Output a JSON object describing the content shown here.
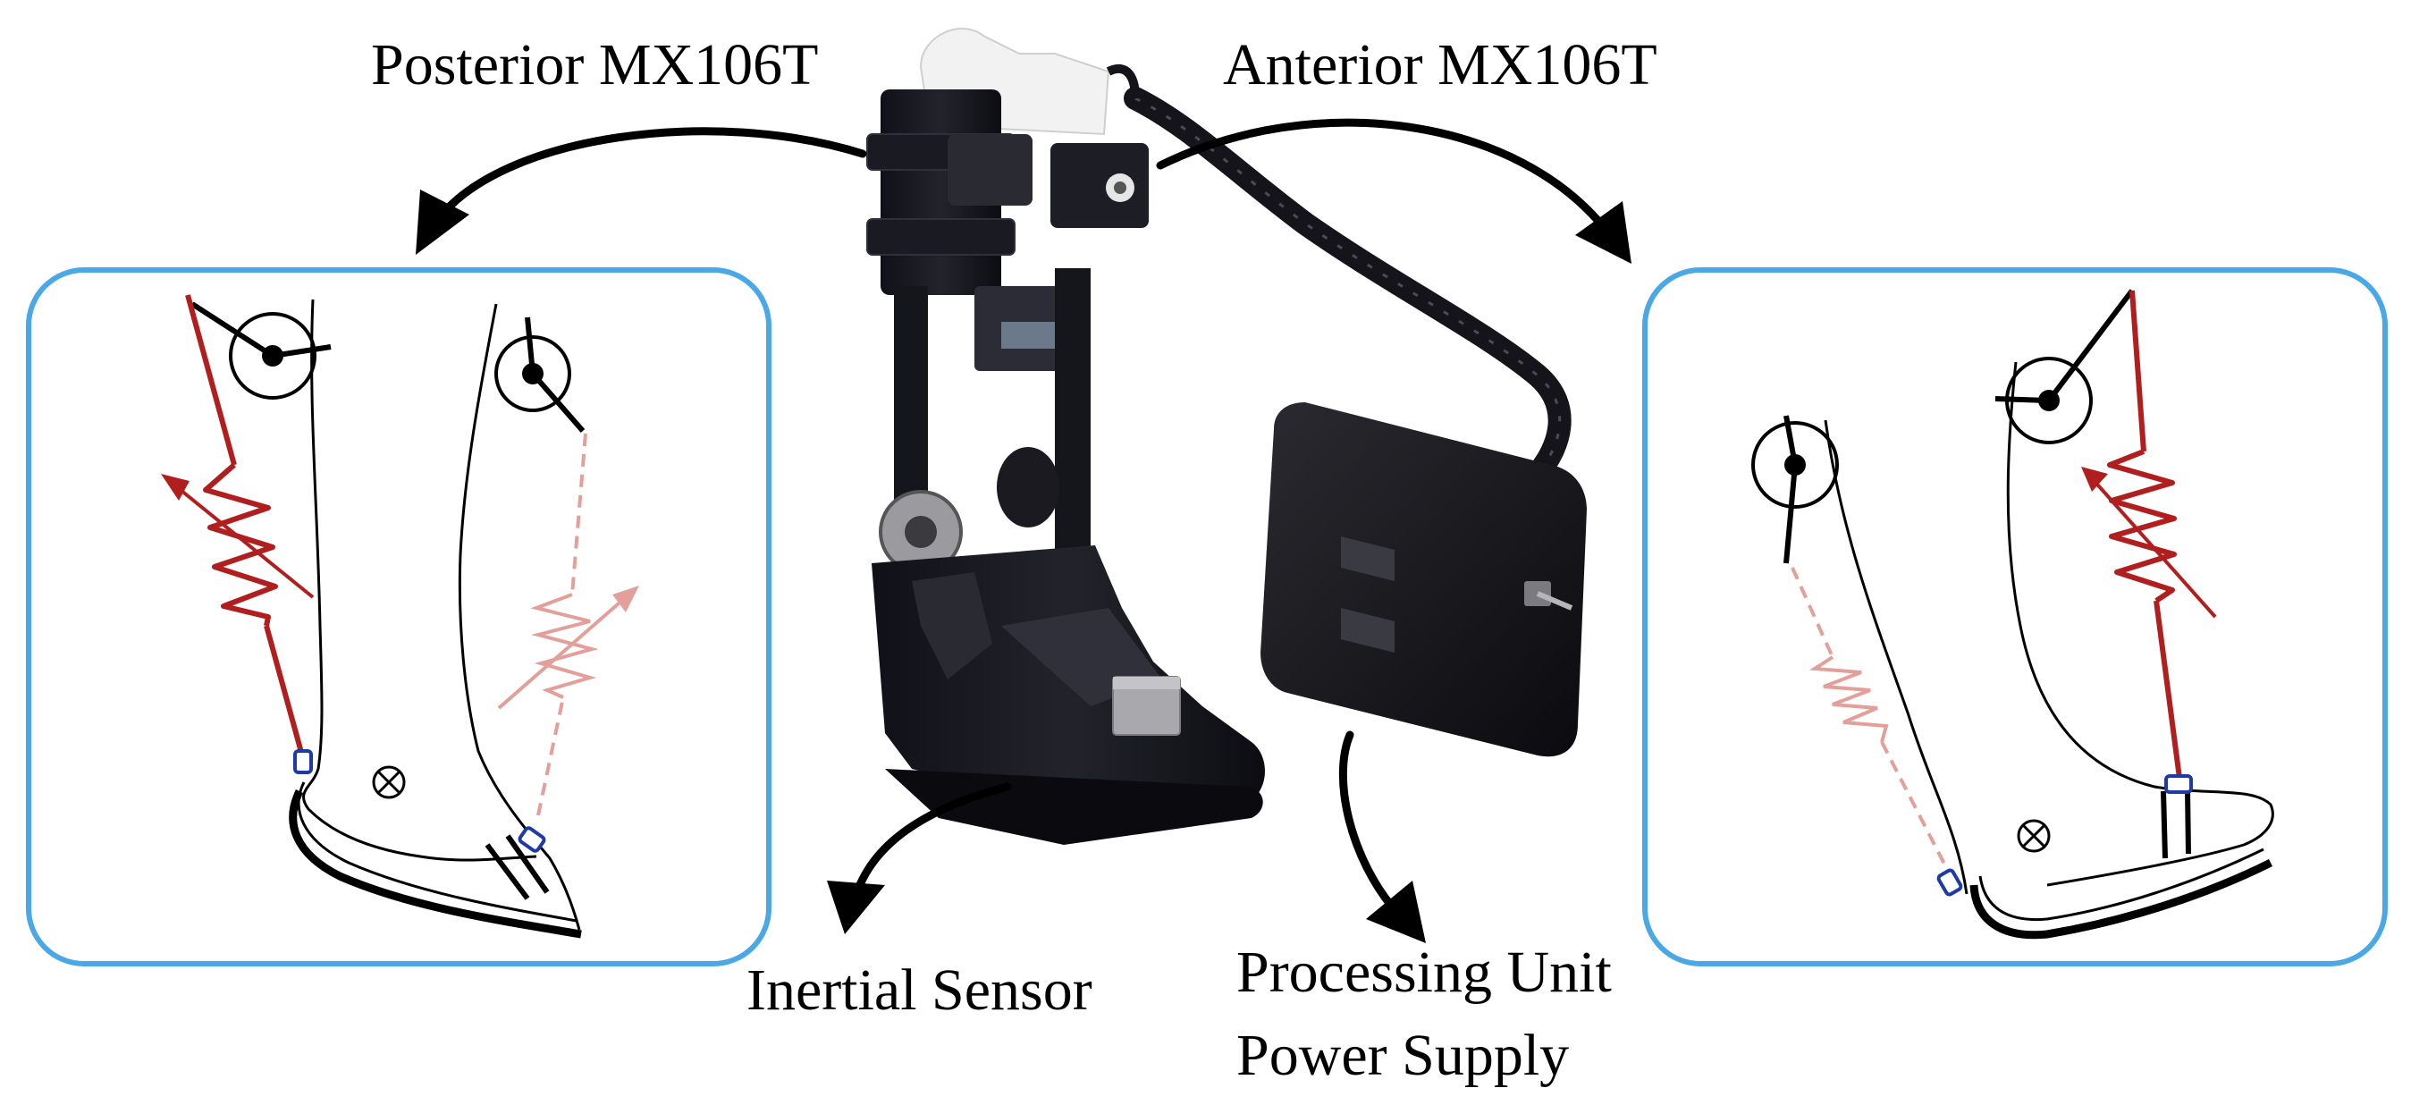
{
  "labels": {
    "posterior": "Posterior MX106T",
    "anterior": "Anterior MX106T",
    "inertial_sensor": "Inertial Sensor",
    "processing_unit": "Processing Unit",
    "power_supply": "Power Supply"
  },
  "colors": {
    "panel_border": "#4aa8e6",
    "active_spring": "#b01e1e",
    "passive_spring": "#e3a09a",
    "attachment": "#1e3aa8",
    "outline": "#000000"
  }
}
